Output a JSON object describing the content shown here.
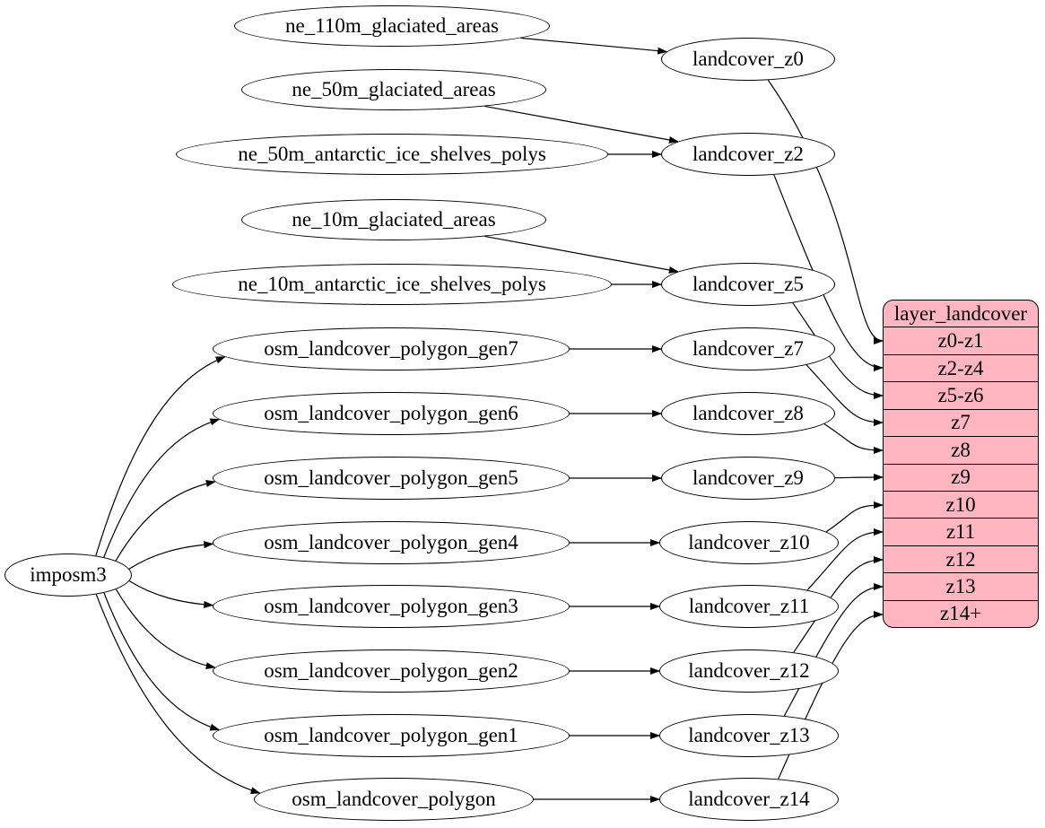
{
  "diagram": {
    "type": "graphviz-dataflow",
    "background_color": "#ffffff",
    "node_fill": "#ffffff",
    "node_stroke": "#000000",
    "record_fill": "#ffb6c1",
    "edge_color": "#000000"
  },
  "nodes": [
    {
      "id": "imposm3",
      "label": "imposm3"
    },
    {
      "id": "ne_110m_glaciated_areas",
      "label": "ne_110m_glaciated_areas"
    },
    {
      "id": "ne_50m_glaciated_areas",
      "label": "ne_50m_glaciated_areas"
    },
    {
      "id": "ne_50m_antarctic_ice_shelves_polys",
      "label": "ne_50m_antarctic_ice_shelves_polys"
    },
    {
      "id": "ne_10m_glaciated_areas",
      "label": "ne_10m_glaciated_areas"
    },
    {
      "id": "ne_10m_antarctic_ice_shelves_polys",
      "label": "ne_10m_antarctic_ice_shelves_polys"
    },
    {
      "id": "osm_landcover_polygon_gen7",
      "label": "osm_landcover_polygon_gen7"
    },
    {
      "id": "osm_landcover_polygon_gen6",
      "label": "osm_landcover_polygon_gen6"
    },
    {
      "id": "osm_landcover_polygon_gen5",
      "label": "osm_landcover_polygon_gen5"
    },
    {
      "id": "osm_landcover_polygon_gen4",
      "label": "osm_landcover_polygon_gen4"
    },
    {
      "id": "osm_landcover_polygon_gen3",
      "label": "osm_landcover_polygon_gen3"
    },
    {
      "id": "osm_landcover_polygon_gen2",
      "label": "osm_landcover_polygon_gen2"
    },
    {
      "id": "osm_landcover_polygon_gen1",
      "label": "osm_landcover_polygon_gen1"
    },
    {
      "id": "osm_landcover_polygon",
      "label": "osm_landcover_polygon"
    },
    {
      "id": "landcover_z0",
      "label": "landcover_z0"
    },
    {
      "id": "landcover_z2",
      "label": "landcover_z2"
    },
    {
      "id": "landcover_z5",
      "label": "landcover_z5"
    },
    {
      "id": "landcover_z7",
      "label": "landcover_z7"
    },
    {
      "id": "landcover_z8",
      "label": "landcover_z8"
    },
    {
      "id": "landcover_z9",
      "label": "landcover_z9"
    },
    {
      "id": "landcover_z10",
      "label": "landcover_z10"
    },
    {
      "id": "landcover_z11",
      "label": "landcover_z11"
    },
    {
      "id": "landcover_z12",
      "label": "landcover_z12"
    },
    {
      "id": "landcover_z13",
      "label": "landcover_z13"
    },
    {
      "id": "landcover_z14",
      "label": "landcover_z14"
    }
  ],
  "record": {
    "id": "layer_landcover",
    "title": "layer_landcover",
    "rows": [
      "z0-z1",
      "z2-z4",
      "z5-z6",
      "z7",
      "z8",
      "z9",
      "z10",
      "z11",
      "z12",
      "z13",
      "z14+"
    ]
  },
  "edges": [
    {
      "from": "ne_110m_glaciated_areas",
      "to": "landcover_z0"
    },
    {
      "from": "ne_50m_glaciated_areas",
      "to": "landcover_z2"
    },
    {
      "from": "ne_50m_antarctic_ice_shelves_polys",
      "to": "landcover_z2"
    },
    {
      "from": "ne_10m_glaciated_areas",
      "to": "landcover_z5"
    },
    {
      "from": "ne_10m_antarctic_ice_shelves_polys",
      "to": "landcover_z5"
    },
    {
      "from": "imposm3",
      "to": "osm_landcover_polygon_gen7"
    },
    {
      "from": "imposm3",
      "to": "osm_landcover_polygon_gen6"
    },
    {
      "from": "imposm3",
      "to": "osm_landcover_polygon_gen5"
    },
    {
      "from": "imposm3",
      "to": "osm_landcover_polygon_gen4"
    },
    {
      "from": "imposm3",
      "to": "osm_landcover_polygon_gen3"
    },
    {
      "from": "imposm3",
      "to": "osm_landcover_polygon_gen2"
    },
    {
      "from": "imposm3",
      "to": "osm_landcover_polygon_gen1"
    },
    {
      "from": "imposm3",
      "to": "osm_landcover_polygon"
    },
    {
      "from": "osm_landcover_polygon_gen7",
      "to": "landcover_z7"
    },
    {
      "from": "osm_landcover_polygon_gen6",
      "to": "landcover_z8"
    },
    {
      "from": "osm_landcover_polygon_gen5",
      "to": "landcover_z9"
    },
    {
      "from": "osm_landcover_polygon_gen4",
      "to": "landcover_z10"
    },
    {
      "from": "osm_landcover_polygon_gen3",
      "to": "landcover_z11"
    },
    {
      "from": "osm_landcover_polygon_gen2",
      "to": "landcover_z12"
    },
    {
      "from": "osm_landcover_polygon_gen1",
      "to": "landcover_z13"
    },
    {
      "from": "osm_landcover_polygon",
      "to": "landcover_z14"
    },
    {
      "from": "landcover_z0",
      "to": "layer_landcover",
      "row": "z0-z1"
    },
    {
      "from": "landcover_z2",
      "to": "layer_landcover",
      "row": "z2-z4"
    },
    {
      "from": "landcover_z5",
      "to": "layer_landcover",
      "row": "z5-z6"
    },
    {
      "from": "landcover_z7",
      "to": "layer_landcover",
      "row": "z7"
    },
    {
      "from": "landcover_z8",
      "to": "layer_landcover",
      "row": "z8"
    },
    {
      "from": "landcover_z9",
      "to": "layer_landcover",
      "row": "z9"
    },
    {
      "from": "landcover_z10",
      "to": "layer_landcover",
      "row": "z10"
    },
    {
      "from": "landcover_z11",
      "to": "layer_landcover",
      "row": "z11"
    },
    {
      "from": "landcover_z12",
      "to": "layer_landcover",
      "row": "z12"
    },
    {
      "from": "landcover_z13",
      "to": "layer_landcover",
      "row": "z13"
    },
    {
      "from": "landcover_z14",
      "to": "layer_landcover",
      "row": "z14+"
    }
  ]
}
